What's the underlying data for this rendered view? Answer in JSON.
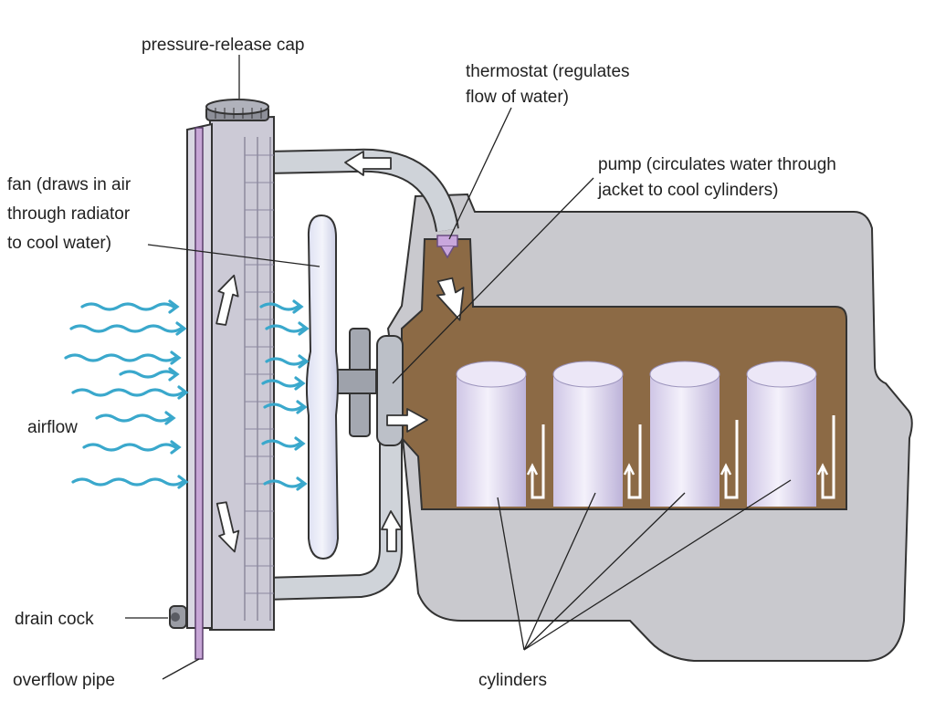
{
  "labels": {
    "pressure_cap": "pressure-release cap",
    "thermostat_1": "thermostat (regulates",
    "thermostat_2": "flow of water)",
    "pump_1": "pump (circulates water through",
    "pump_2": "jacket to cool cylinders)",
    "fan_1": "fan (draws in air",
    "fan_2": "through radiator",
    "fan_3": "to cool water)",
    "airflow": "airflow",
    "drain_cock": "drain cock",
    "overflow_pipe": "overflow pipe",
    "cylinders": "cylinders"
  },
  "colors": {
    "engine_block": "#c9c9ce",
    "water_jacket": "#8c6a45",
    "cylinder": "#e6e0f2",
    "radiator": "#cccad6",
    "overflow_pipe": "#c7a6d6",
    "airflow": "#3aa8cc",
    "outline": "#333333"
  },
  "icons": {
    "flow_arrow": "white-flow-arrow-icon",
    "airflow": "wavy-airflow-arrow-icon",
    "coolant_path": "u-shaped-flow-arrow-icon"
  }
}
